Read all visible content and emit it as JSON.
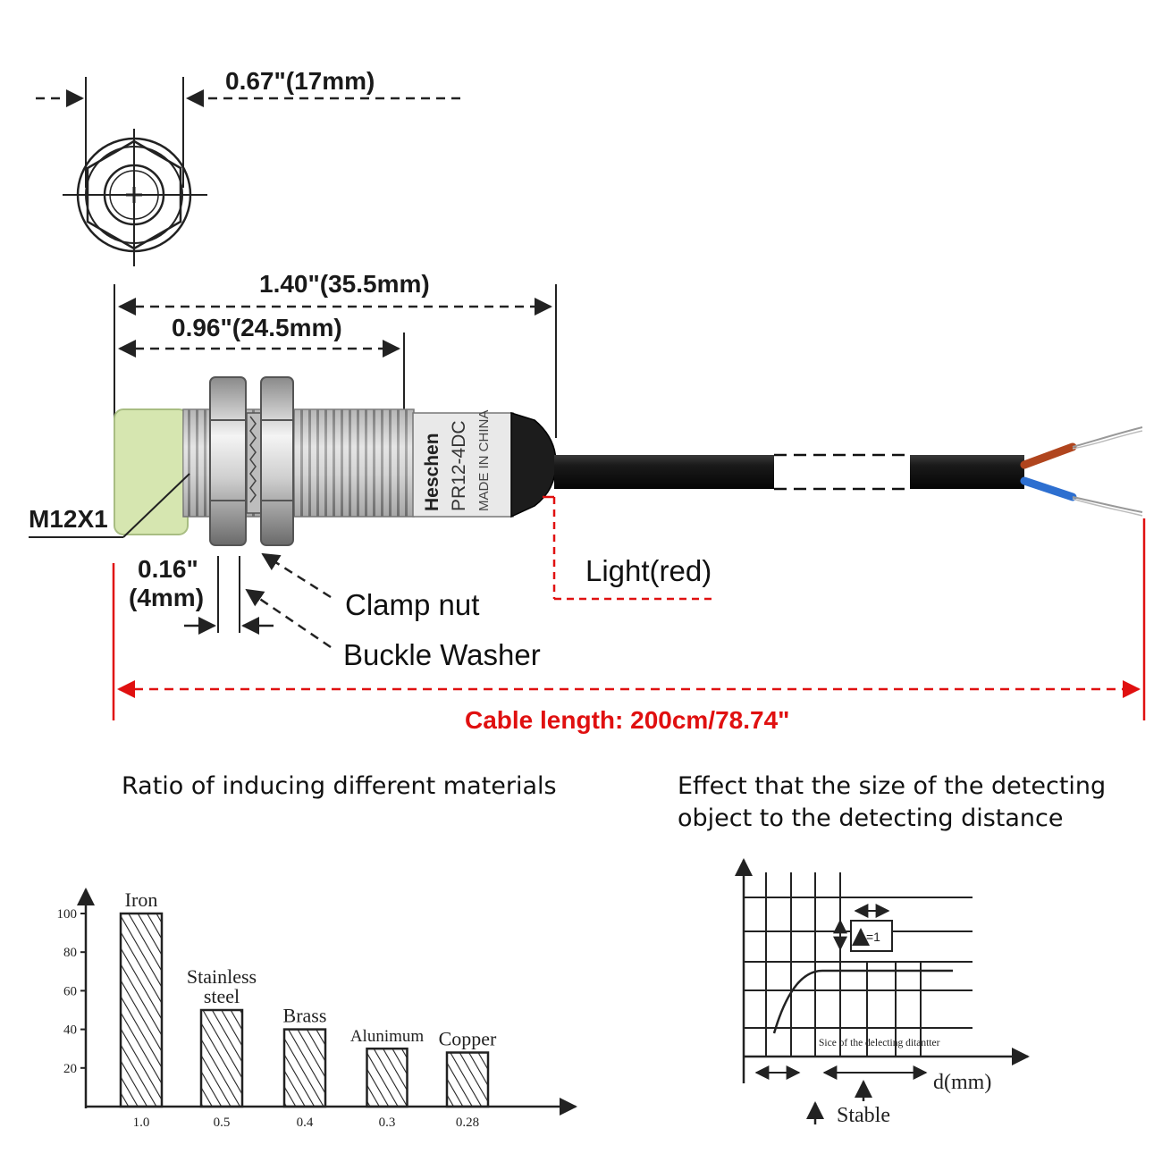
{
  "dimensions": {
    "width_17mm": "0.67\"(17mm)",
    "length_35_5mm": "1.40\"(35.5mm)",
    "thread_24_5mm": "0.96\"(24.5mm)",
    "thread_spec": "M12X1",
    "nut_width_line1": "0.16\"",
    "nut_width_line2": "(4mm)"
  },
  "sensor_body": {
    "brand": "Heschen",
    "model": "PR12-4DC",
    "origin": "MADE IN CHINA"
  },
  "callouts": {
    "clamp_nut": "Clamp nut",
    "buckle_washer": "Buckle Washer",
    "light": "Light(red)",
    "cable_length": "Cable length: 200cm/78.74\""
  },
  "colors": {
    "accent_red": "#e01010",
    "sensing_face": "#d6e6b0",
    "wire_brown": "#b0451e",
    "wire_blue": "#2d6fd0"
  },
  "chart_left": {
    "title": "Ratio of inducing different materials",
    "chart_data": {
      "type": "bar",
      "categories": [
        "Iron",
        "Stainless steel",
        "Brass",
        "Alunimum",
        "Copper"
      ],
      "category_label_lines": [
        [
          "Iron"
        ],
        [
          "Stainless",
          "steel"
        ],
        [
          "Brass"
        ],
        [
          "Alunimum"
        ],
        [
          "Copper"
        ]
      ],
      "ratio_labels": [
        "1.0",
        "0.5",
        "0.4",
        "0.3",
        "0.28"
      ],
      "values": [
        100,
        50,
        40,
        30,
        28
      ],
      "yticks": [
        "20",
        "40",
        "60",
        "80",
        "100"
      ],
      "ylim": [
        0,
        110
      ],
      "bar_fill": "hatched"
    }
  },
  "chart_right": {
    "title_line1": "Effect that the size of the detecting",
    "title_line2": "object to the detecting distance",
    "box_label": "=1",
    "inner_caption": "Sice of the delecting ditantter",
    "x_label": "d(mm)",
    "stable_label": "Stable"
  }
}
